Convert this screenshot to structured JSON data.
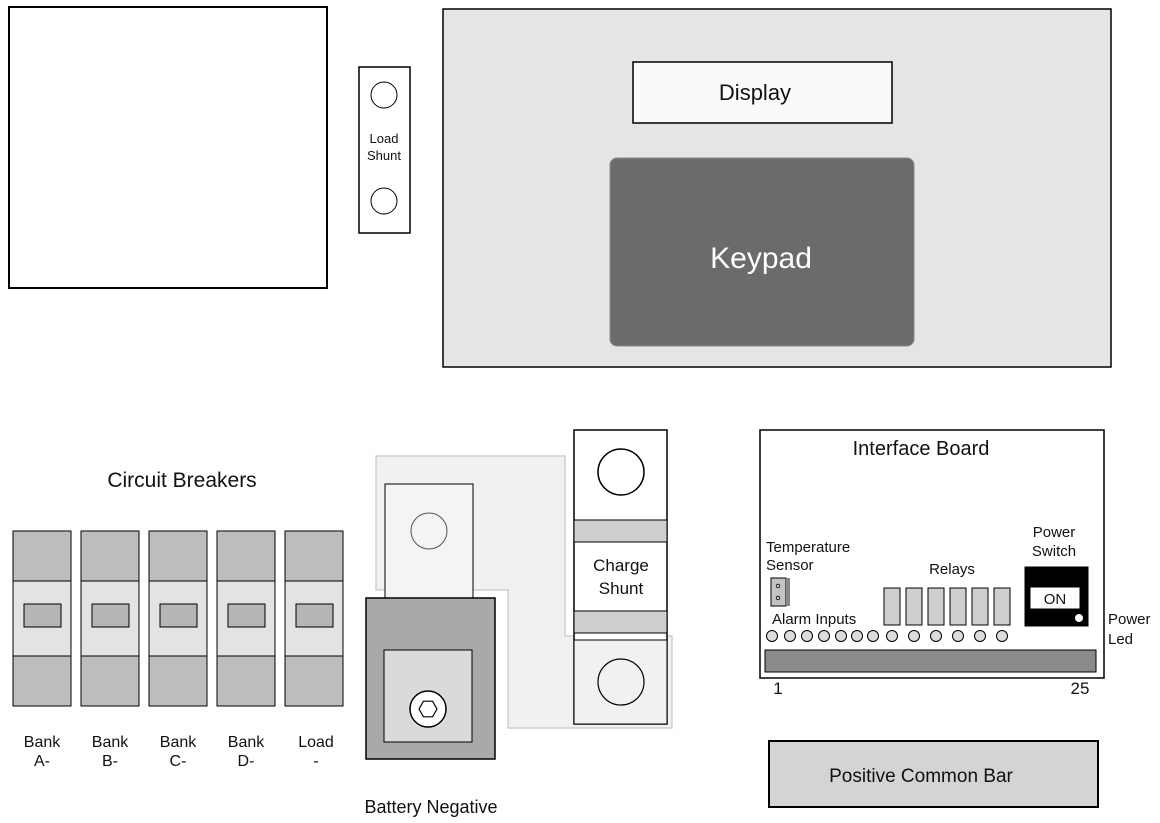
{
  "upper": {
    "load_shunt": {
      "line1": "Load",
      "line2": "Shunt"
    },
    "display_label": "Display",
    "keypad_label": "Keypad"
  },
  "breakers": {
    "title": "Circuit Breakers",
    "items": [
      {
        "line1": "Bank",
        "line2": "A-"
      },
      {
        "line1": "Bank",
        "line2": "B-"
      },
      {
        "line1": "Bank",
        "line2": "C-"
      },
      {
        "line1": "Bank",
        "line2": "D-"
      },
      {
        "line1": "Load",
        "line2": "-"
      }
    ]
  },
  "charge_shunt": {
    "line1": "Charge",
    "line2": "Shunt"
  },
  "battery_negative": "Battery Negative",
  "interface_board": {
    "title": "Interface Board",
    "temperature_sensor": {
      "line1": "Temperature",
      "line2": "Sensor"
    },
    "relays_label": "Relays",
    "alarm_inputs_label": "Alarm Inputs",
    "power_switch": {
      "line1": "Power",
      "line2": "Switch",
      "state": "ON"
    },
    "power_led": {
      "line1": "Power",
      "line2": "Led"
    },
    "terminal_start": "1",
    "terminal_end": "25"
  },
  "positive_common_bar": "Positive Common Bar",
  "colors": {
    "panel_gray": "#e5e5e5",
    "keypad_gray": "#6b6b6b",
    "breaker_gray": "#bdbdbd",
    "battery_dark": "#a9a9a9",
    "terminal_strip": "#8a8a8a",
    "switch_black": "#000000"
  }
}
